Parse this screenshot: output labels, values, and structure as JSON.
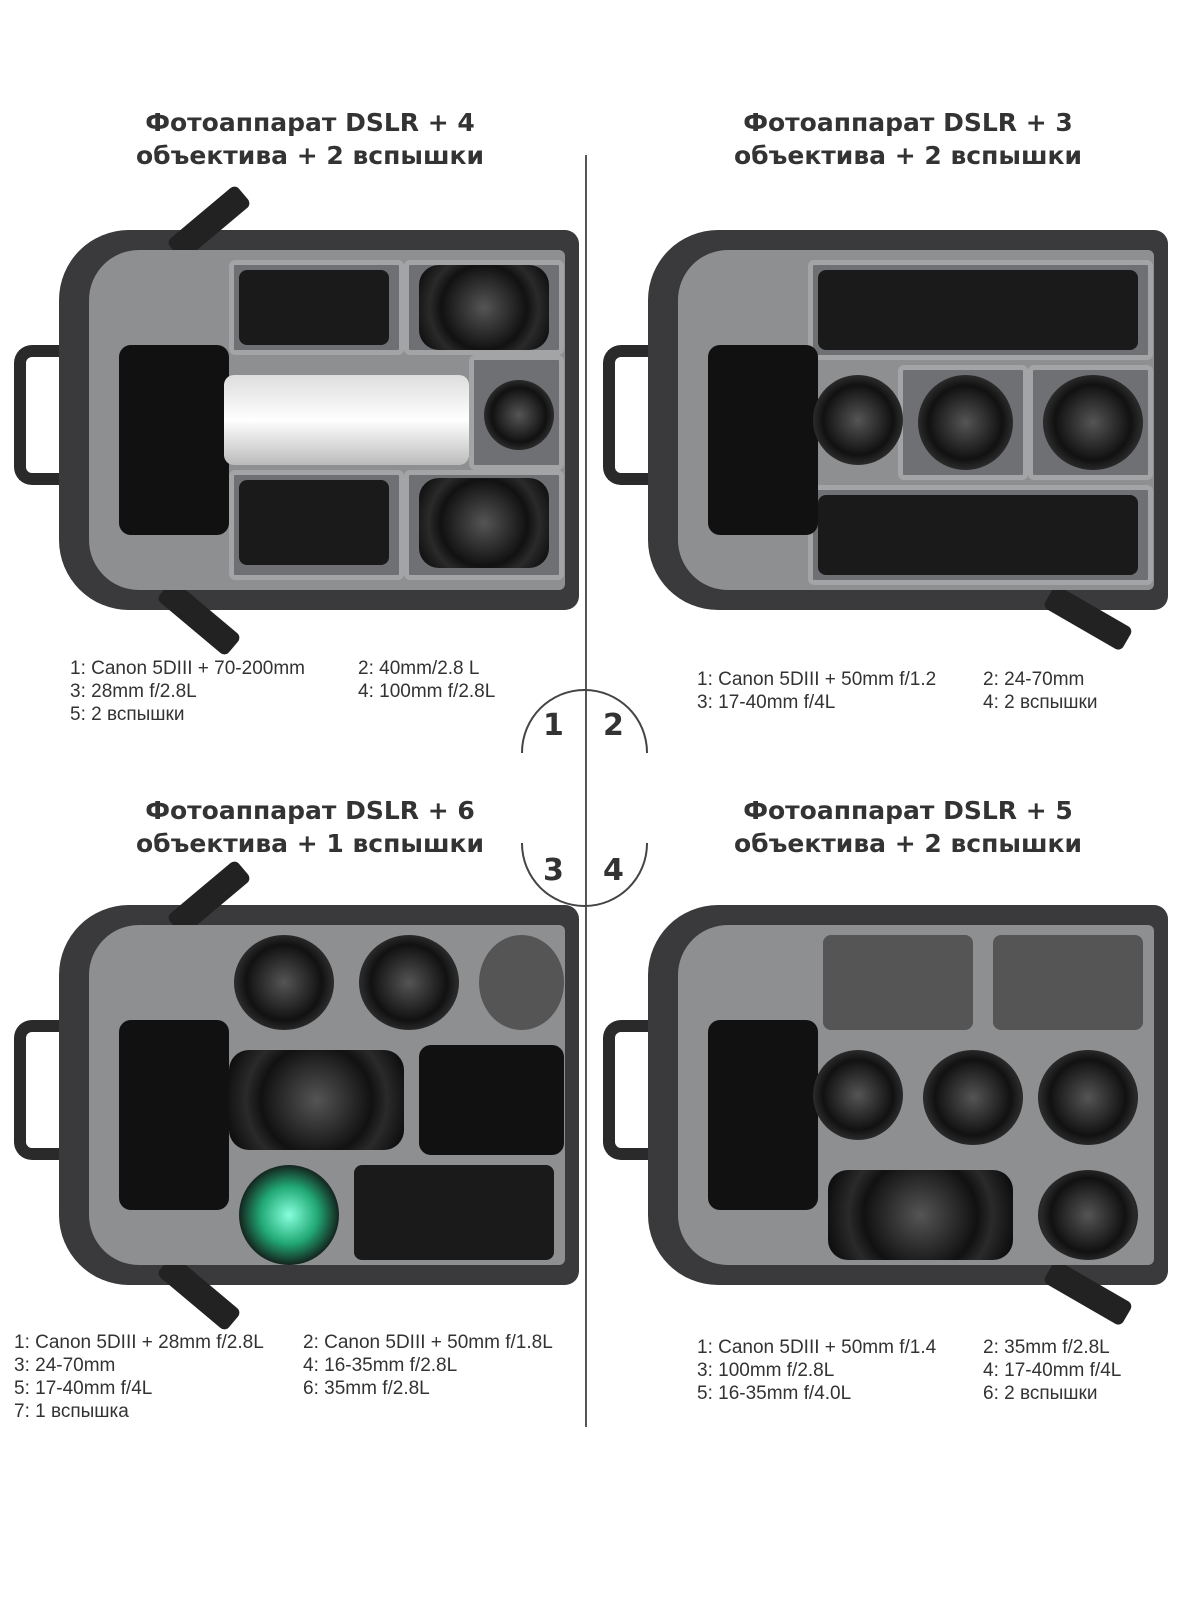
{
  "panels": [
    {
      "title_line1": "Фотоаппарат DSLR + 4",
      "title_line2": "объектива + 2 вспышки",
      "captions_left": [
        "1: Canon 5DIII + 70-200mm",
        "3: 28mm f/2.8L",
        "5: 2 вспышки"
      ],
      "captions_right": [
        "2: 40mm/2.8 L",
        "4: 100mm f/2.8L"
      ]
    },
    {
      "title_line1": "Фотоаппарат DSLR + 3",
      "title_line2": "объектива + 2 вспышки",
      "captions_left": [
        "1: Canon 5DIII + 50mm f/1.2",
        "3: 17-40mm f/4L"
      ],
      "captions_right": [
        "2: 24-70mm",
        "4: 2 вспышки"
      ]
    },
    {
      "title_line1": "Фотоаппарат DSLR + 6",
      "title_line2": "объектива + 1 вспышки",
      "captions_left": [
        "1: Canon 5DIII + 28mm f/2.8L",
        "3: 24-70mm",
        "5: 17-40mm f/4L",
        "7: 1 вспышка"
      ],
      "captions_right": [
        "2:  Canon 5DIII + 50mm f/1.8L",
        "4: 16-35mm f/2.8L",
        "6: 35mm f/2.8L"
      ]
    },
    {
      "title_line1": "Фотоаппарат DSLR + 5",
      "title_line2": "объектива + 2 вспышки",
      "captions_left": [
        "1: Canon 5DIII + 50mm f/1.4",
        "3: 100mm f/2.8L",
        "5: 16-35mm f/4.0L"
      ],
      "captions_right": [
        "2: 35mm f/2.8L",
        "4: 17-40mm f/4L",
        "6: 2 вспышки"
      ]
    }
  ],
  "badges": [
    "1",
    "2",
    "3",
    "4"
  ]
}
